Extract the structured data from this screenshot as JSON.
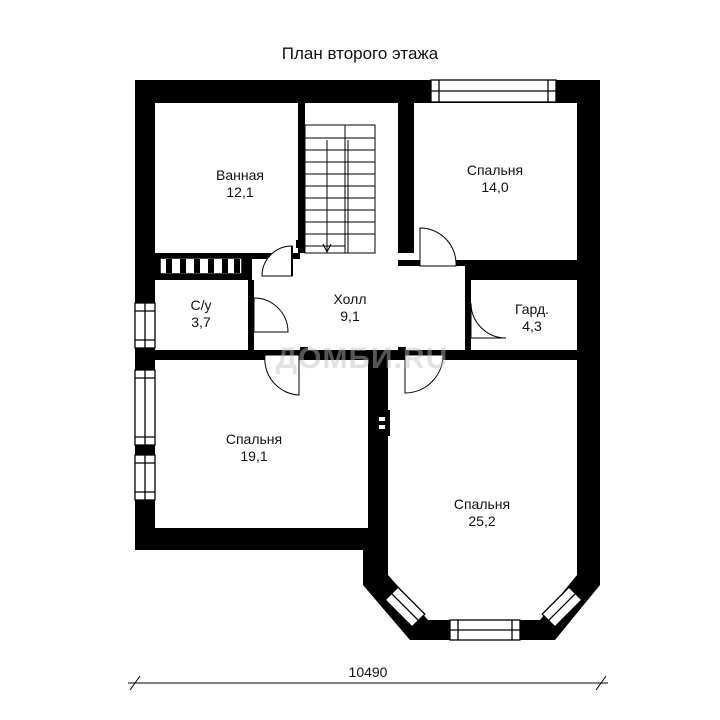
{
  "title": "План второго этажа",
  "rooms": [
    {
      "name": "Ванная",
      "area": "12,1"
    },
    {
      "name": "Спальня",
      "area": "14,0"
    },
    {
      "name": "Холл",
      "area": "9,1"
    },
    {
      "name": "С/у",
      "area": "3,7"
    },
    {
      "name": "Гард.",
      "area": "4,3"
    },
    {
      "name": "Спальня",
      "area": "19,1"
    },
    {
      "name": "Спальня",
      "area": "25,2"
    }
  ],
  "dimension": "10490",
  "watermark": "ДОМБИ.RU",
  "colors": {
    "wall": "#000000",
    "background": "#ffffff",
    "watermark": "#bfbfbf"
  }
}
